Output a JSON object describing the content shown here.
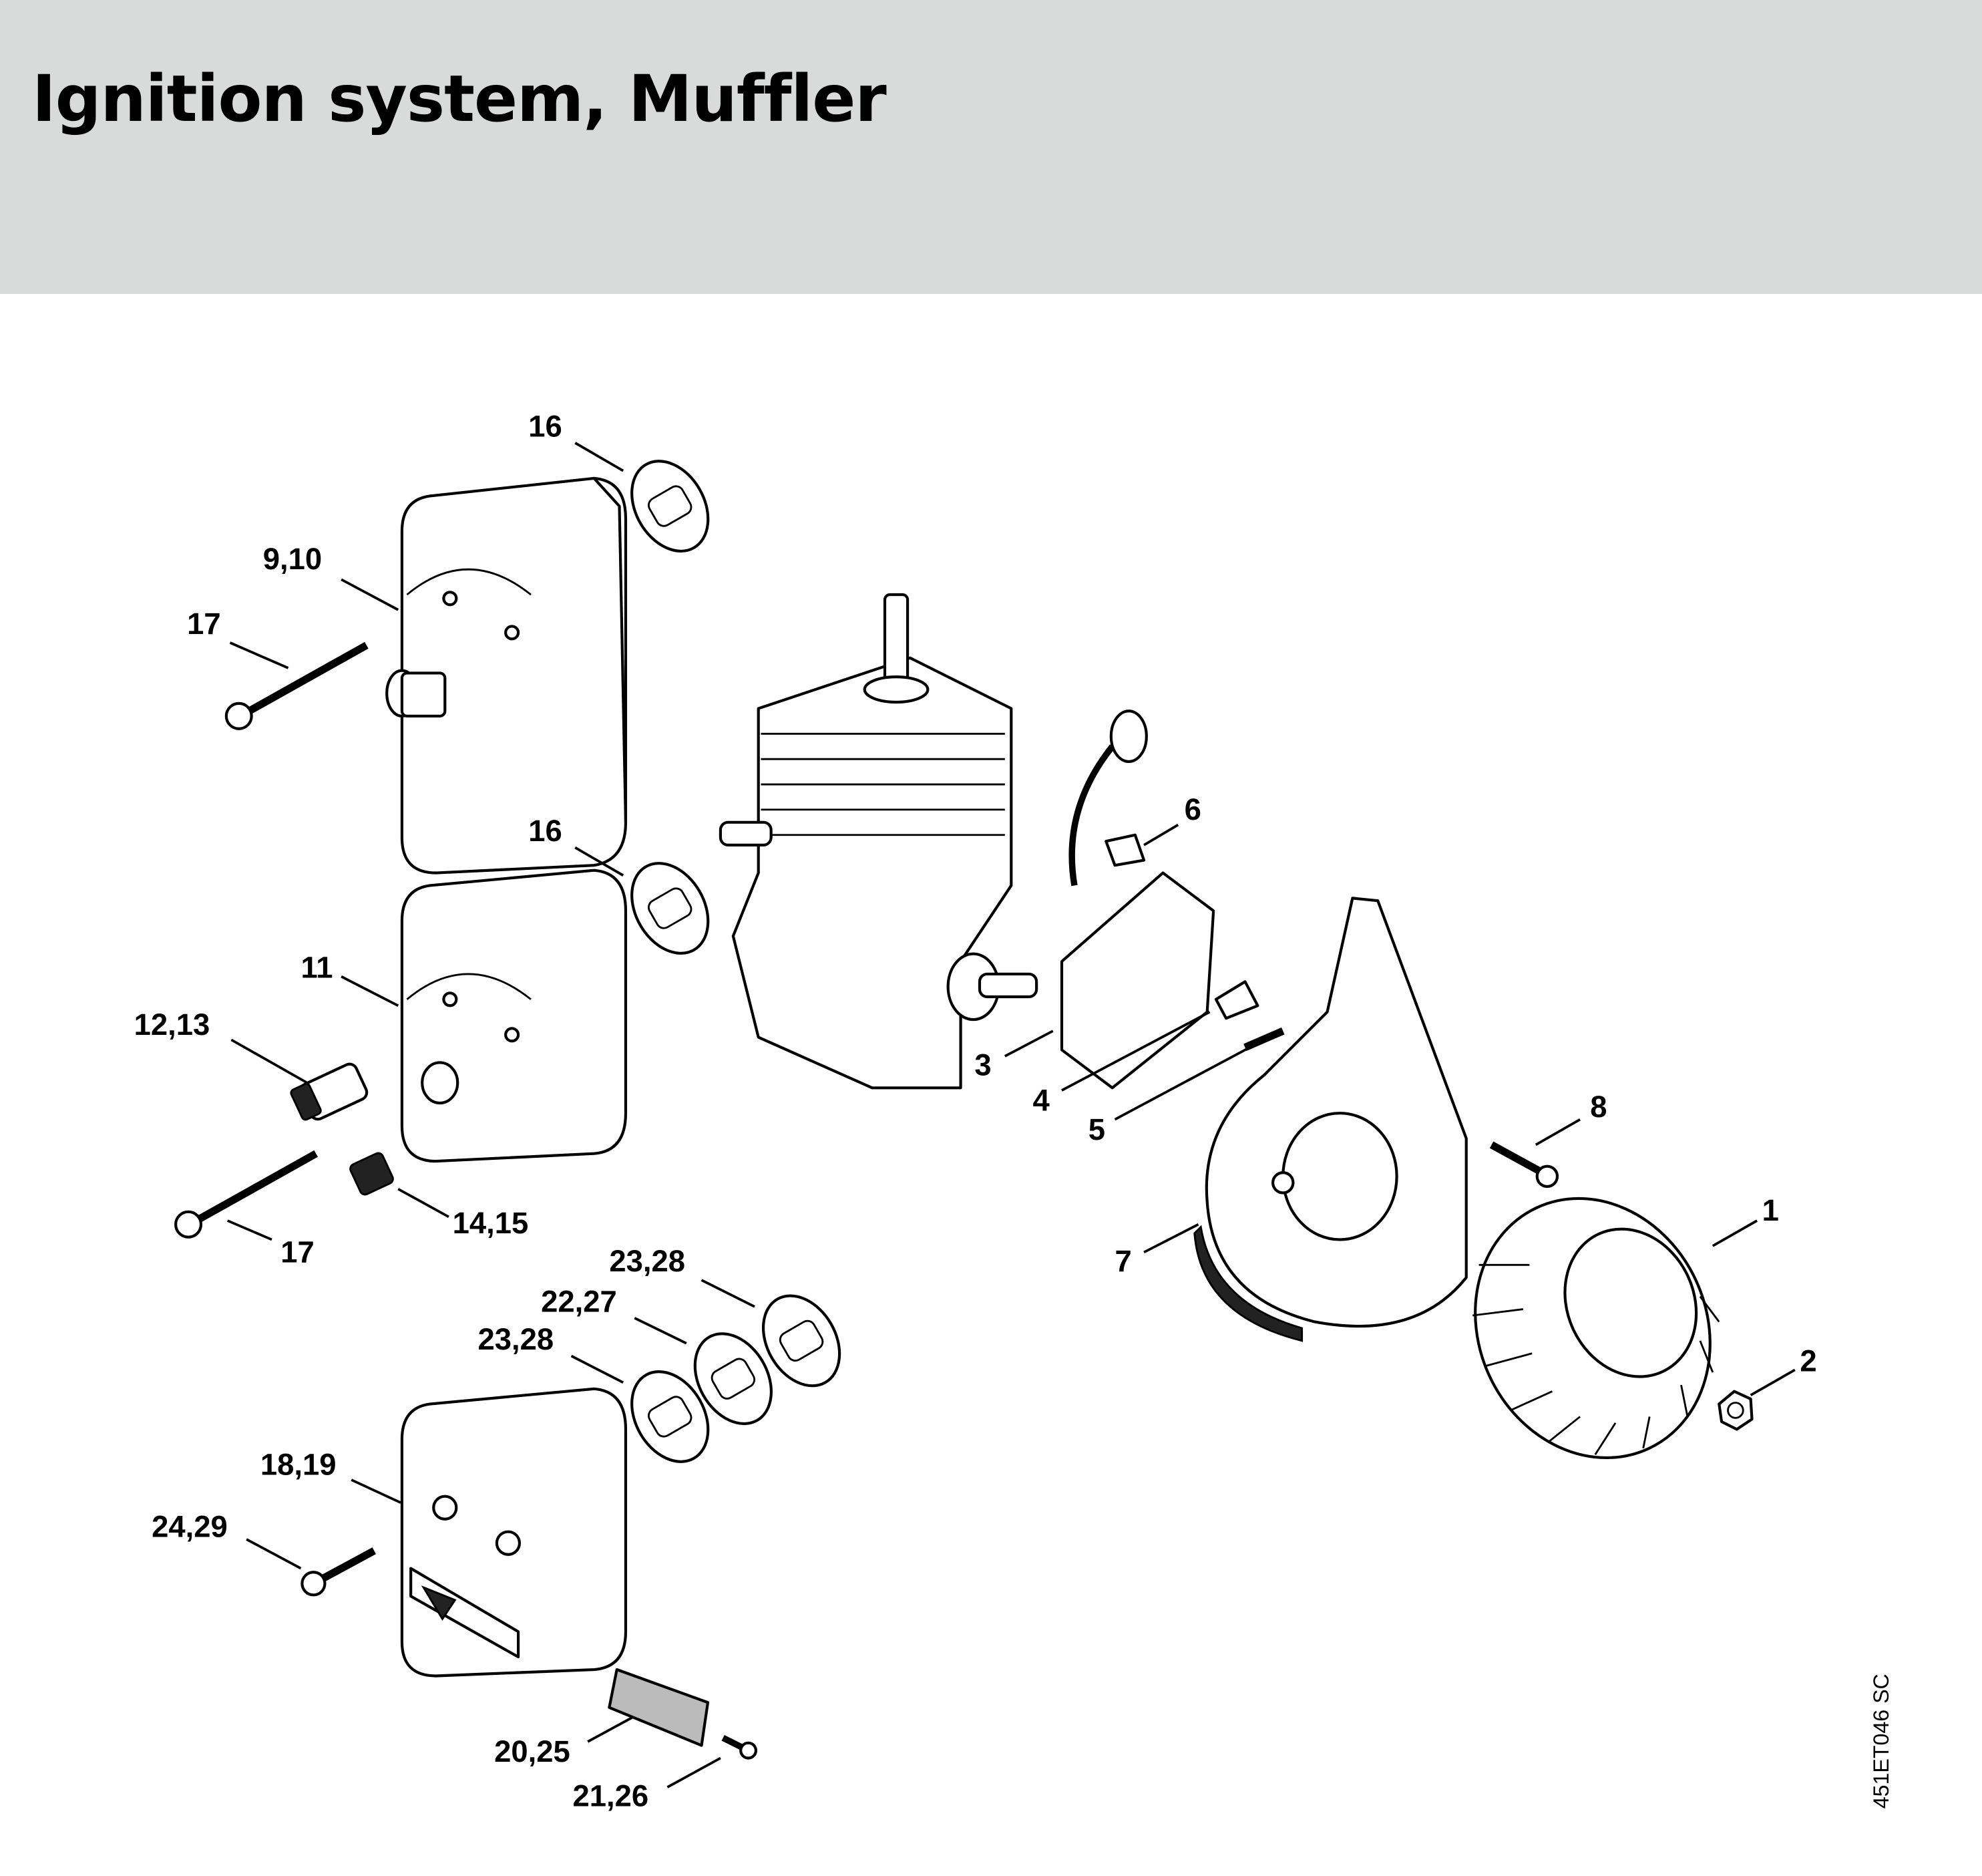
{
  "header": {
    "title": "Ignition system, Muffler"
  },
  "drawing_code": "451ET046 SC",
  "callouts": {
    "c16a": "16",
    "c9_10": "9,10",
    "c17a": "17",
    "c16b": "16",
    "c11": "11",
    "c12_13": "12,13",
    "c17b": "17",
    "c14_15": "14,15",
    "c23_28a": "23,28",
    "c22_27": "22,27",
    "c23_28b": "23,28",
    "c18_19": "18,19",
    "c24_29": "24,29",
    "c20_25": "20,25",
    "c21_26": "21,26",
    "c6": "6",
    "c3": "3",
    "c4": "4",
    "c5": "5",
    "c8": "8",
    "c1": "1",
    "c7": "7",
    "c2": "2"
  }
}
